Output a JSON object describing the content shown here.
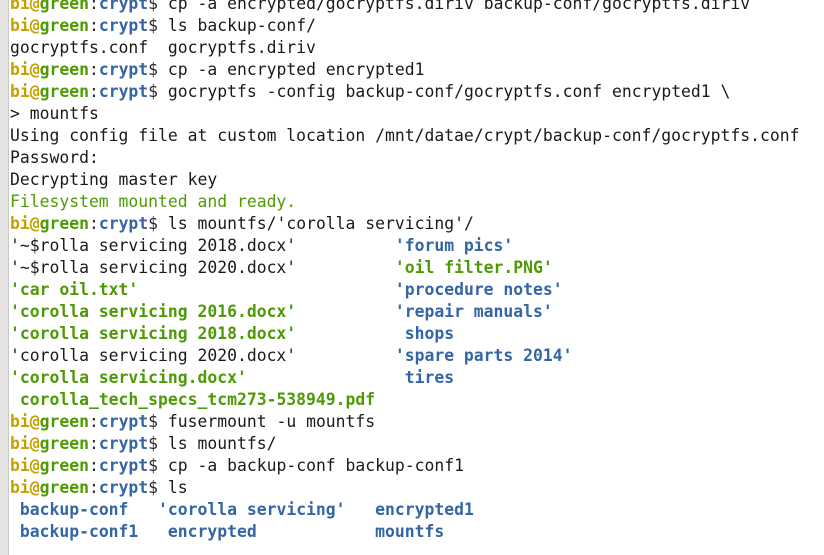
{
  "prompt": {
    "user": "bi@",
    "host": "green",
    "sep": ":",
    "path": "crypt",
    "sym": "$ "
  },
  "colors": {
    "user": "#c4a000",
    "host": "#4e9a06",
    "path": "#3465a4",
    "exec": "#4e9a06",
    "dir": "#3465a4"
  },
  "lines": [
    {
      "cmd": "cp -a encrypted/gocryptfs.diriv backup-conf/gocryptfs.diriv"
    },
    {
      "cmd": "ls backup-conf/"
    },
    {
      "segs": [
        {
          "t": "gocryptfs.conf  gocryptfs.diriv",
          "c": "plain"
        }
      ]
    },
    {
      "cmd": "cp -a encrypted encrypted1"
    },
    {
      "cmd": "gocryptfs -config backup-conf/gocryptfs.conf encrypted1 \\"
    },
    {
      "segs": [
        {
          "t": "> mountfs",
          "c": "plain"
        }
      ]
    },
    {
      "segs": [
        {
          "t": "Using config file at custom location /mnt/datae/crypt/backup-conf/gocryptfs.conf",
          "c": "plain"
        }
      ]
    },
    {
      "segs": [
        {
          "t": "Password:",
          "c": "plain"
        }
      ]
    },
    {
      "segs": [
        {
          "t": "Decrypting master key",
          "c": "plain"
        }
      ]
    },
    {
      "segs": [
        {
          "t": "Filesystem mounted and ready.",
          "c": "ok"
        }
      ]
    },
    {
      "cmd": "ls mountfs/'corolla servicing'/"
    },
    {
      "segs": [
        {
          "t": "'~$rolla servicing 2018.docx'          ",
          "c": "plain"
        },
        {
          "t": "'forum pics'",
          "c": "dir"
        }
      ]
    },
    {
      "segs": [
        {
          "t": "'~$rolla servicing 2020.docx'          ",
          "c": "plain"
        },
        {
          "t": "'oil filter.PNG'",
          "c": "exec"
        }
      ]
    },
    {
      "segs": [
        {
          "t": "'car oil.txt'",
          "c": "exec"
        },
        {
          "t": "                          ",
          "c": "plain"
        },
        {
          "t": "'procedure notes'",
          "c": "dir"
        }
      ]
    },
    {
      "segs": [
        {
          "t": "'corolla servicing 2016.docx'",
          "c": "exec"
        },
        {
          "t": "          ",
          "c": "plain"
        },
        {
          "t": "'repair manuals'",
          "c": "dir"
        }
      ]
    },
    {
      "segs": [
        {
          "t": "'corolla servicing 2018.docx'",
          "c": "exec"
        },
        {
          "t": "           ",
          "c": "plain"
        },
        {
          "t": "shops",
          "c": "dir"
        }
      ]
    },
    {
      "segs": [
        {
          "t": "'corolla servicing 2020.docx'          ",
          "c": "plain"
        },
        {
          "t": "'spare parts 2014'",
          "c": "dir"
        }
      ]
    },
    {
      "segs": [
        {
          "t": "'corolla servicing.docx'",
          "c": "exec"
        },
        {
          "t": "                ",
          "c": "plain"
        },
        {
          "t": "tires",
          "c": "dir"
        }
      ]
    },
    {
      "segs": [
        {
          "t": " ",
          "c": "plain"
        },
        {
          "t": "corolla_tech_specs_tcm273-538949.pdf",
          "c": "exec"
        }
      ]
    },
    {
      "cmd": "fusermount -u mountfs"
    },
    {
      "cmd": "ls mountfs/"
    },
    {
      "cmd": "cp -a backup-conf backup-conf1"
    },
    {
      "cmd": "ls"
    },
    {
      "segs": [
        {
          "t": " ",
          "c": "plain"
        },
        {
          "t": "backup-conf",
          "c": "dir"
        },
        {
          "t": "   ",
          "c": "plain"
        },
        {
          "t": "'corolla servicing'",
          "c": "dir"
        },
        {
          "t": "   ",
          "c": "plain"
        },
        {
          "t": "encrypted1",
          "c": "dir"
        }
      ]
    },
    {
      "segs": [
        {
          "t": " ",
          "c": "plain"
        },
        {
          "t": "backup-conf1",
          "c": "dir"
        },
        {
          "t": "   ",
          "c": "plain"
        },
        {
          "t": "encrypted",
          "c": "dir"
        },
        {
          "t": "            ",
          "c": "plain"
        },
        {
          "t": "mountfs",
          "c": "dir"
        }
      ]
    }
  ]
}
